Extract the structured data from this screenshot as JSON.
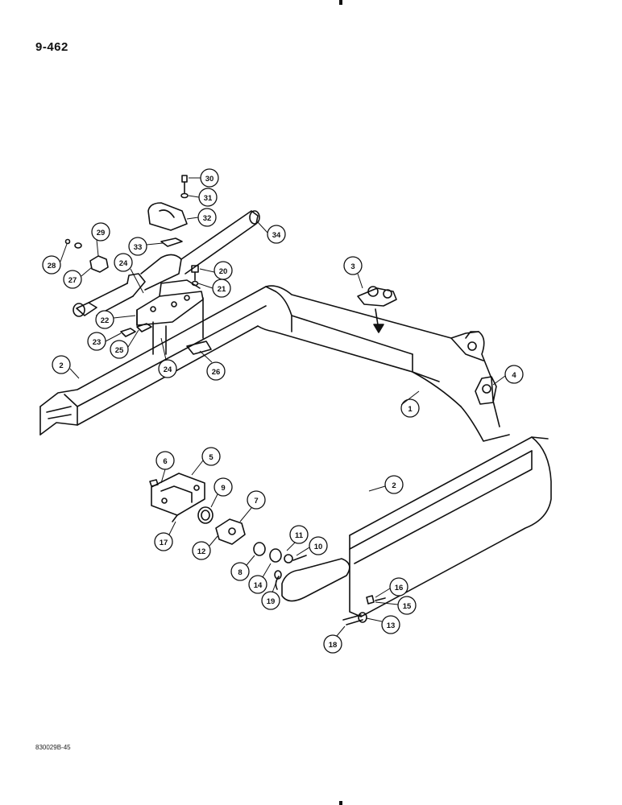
{
  "header": {
    "page_number": "9-462"
  },
  "footer": {
    "figure_code": "830029B-45"
  },
  "diagram": {
    "callouts": [
      {
        "id": "c1",
        "label": "1"
      },
      {
        "id": "c2a",
        "label": "2"
      },
      {
        "id": "c2b",
        "label": "2"
      },
      {
        "id": "c3",
        "label": "3"
      },
      {
        "id": "c4",
        "label": "4"
      },
      {
        "id": "c5",
        "label": "5"
      },
      {
        "id": "c6",
        "label": "6"
      },
      {
        "id": "c7",
        "label": "7"
      },
      {
        "id": "c8",
        "label": "8"
      },
      {
        "id": "c9",
        "label": "9"
      },
      {
        "id": "c10",
        "label": "10"
      },
      {
        "id": "c11",
        "label": "11"
      },
      {
        "id": "c12",
        "label": "12"
      },
      {
        "id": "c13",
        "label": "13"
      },
      {
        "id": "c14",
        "label": "14"
      },
      {
        "id": "c15",
        "label": "15"
      },
      {
        "id": "c16",
        "label": "16"
      },
      {
        "id": "c17",
        "label": "17"
      },
      {
        "id": "c18",
        "label": "18"
      },
      {
        "id": "c19",
        "label": "19"
      },
      {
        "id": "c20",
        "label": "20"
      },
      {
        "id": "c21",
        "label": "21"
      },
      {
        "id": "c22",
        "label": "22"
      },
      {
        "id": "c23",
        "label": "23"
      },
      {
        "id": "c24a",
        "label": "24"
      },
      {
        "id": "c24b",
        "label": "24"
      },
      {
        "id": "c25",
        "label": "25"
      },
      {
        "id": "c26",
        "label": "26"
      },
      {
        "id": "c27",
        "label": "27"
      },
      {
        "id": "c28",
        "label": "28"
      },
      {
        "id": "c29",
        "label": "29"
      },
      {
        "id": "c30",
        "label": "30"
      },
      {
        "id": "c31",
        "label": "31"
      },
      {
        "id": "c32",
        "label": "32"
      },
      {
        "id": "c33",
        "label": "33"
      },
      {
        "id": "c34",
        "label": "34"
      }
    ]
  }
}
